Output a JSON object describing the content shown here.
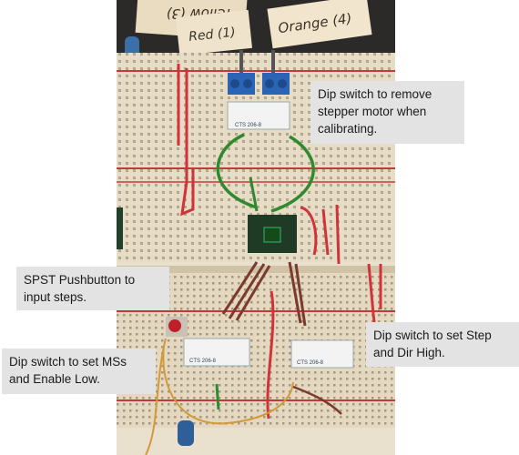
{
  "callouts": {
    "dip_remove": "Dip switch to remove\nstepper motor when\ncalibrating.",
    "spst": "SPST Pushbutton to\ninput steps.",
    "dip_step_dir": "Dip switch to set Step\nand Dir High.",
    "dip_ms_enable": "Dip switch to set MSs\nand Enable Low."
  },
  "photo_labels": {
    "note_left": "Yellow (3)",
    "note_mid": "Red (1)",
    "note_right": "Orange (4)",
    "dip_top": "CTS 206-8",
    "dip_left": "CTS 206-8",
    "dip_right": "CTS 206-8"
  }
}
